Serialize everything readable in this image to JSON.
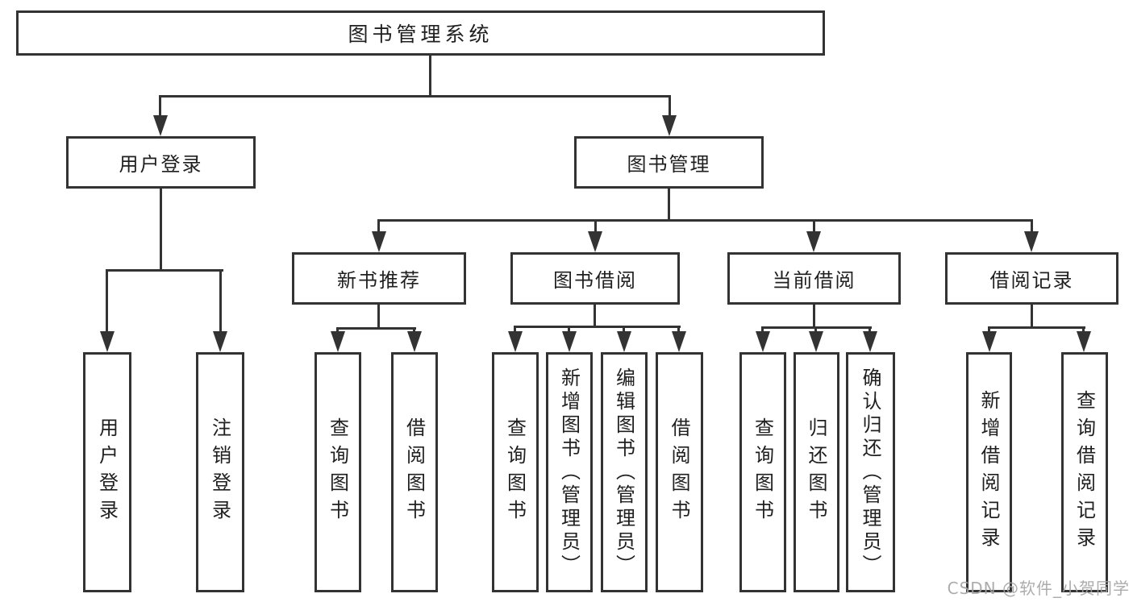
{
  "diagram": {
    "type": "hierarchy-tree",
    "title": "图书管理系统"
  },
  "tree": {
    "root": {
      "label": "图书管理系统"
    },
    "user_login": {
      "label": "用户登录",
      "children": [
        "用户登录",
        "注销登录"
      ]
    },
    "book_management": {
      "label": "图书管理"
    },
    "new_book_recommend": {
      "label": "新书推荐",
      "children": [
        "查询图书",
        "借阅图书"
      ]
    },
    "book_borrow": {
      "label": "图书借阅",
      "children": [
        "查询图书",
        "新增图书（管理员）",
        "编辑图书（管理员）",
        "借阅图书"
      ]
    },
    "current_borrow": {
      "label": "当前借阅",
      "children": [
        "查询图书",
        "归还图书",
        "确认归还（管理员）"
      ]
    },
    "borrow_record": {
      "label": "借阅记录",
      "children": [
        "新增借阅记录",
        "查询借阅记录"
      ]
    }
  },
  "watermark": {
    "text": "CSDN @软件_小贺同学"
  },
  "colors": {
    "line": "#333333",
    "text": "#1f1f1f",
    "background": "#ffffff",
    "watermark": "#a3a3a3"
  }
}
